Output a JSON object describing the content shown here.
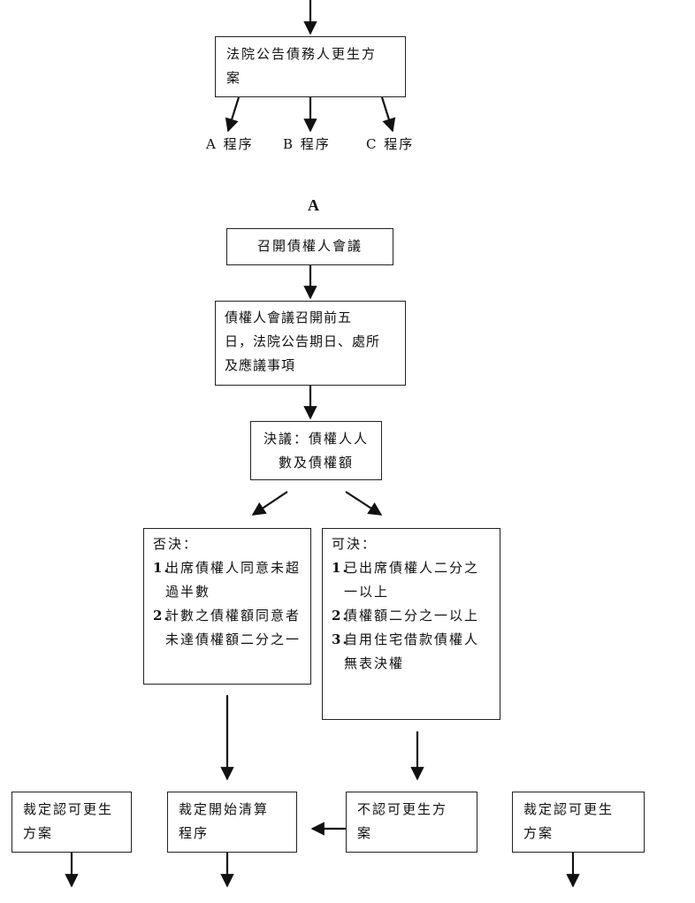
{
  "top_box": {
    "text": "法院公告債務人更生方\n案"
  },
  "procedures": [
    "A 程序",
    "B 程序",
    "C 程序"
  ],
  "section_title": "A",
  "meeting_box": {
    "text": "召開債權人會議"
  },
  "notice_box": {
    "text": "債權人會議召開前五\n日，法院公告期日、處所\n及應議事項"
  },
  "resolution_box": {
    "text": "決議：債權人人\n數及債權額"
  },
  "rejected_box": {
    "heading": "否決：",
    "items": [
      {
        "num": "1.",
        "text": "出席債權人同意未超過半數"
      },
      {
        "num": "2.",
        "text": "計數之債權額同意者未達債權額二分之一"
      }
    ]
  },
  "approved_box": {
    "heading": "可決：",
    "items": [
      {
        "num": "1.",
        "text": "已出席債權人二分之一以上"
      },
      {
        "num": "2.",
        "text": "債權額二分之一以上"
      },
      {
        "num": "3.",
        "text": "自用住宅借款債權人無表決權"
      }
    ]
  },
  "bottom_boxes": {
    "approve_left": "裁定認可更生\n方案",
    "liquidation": "裁定開始清算\n程序",
    "disapprove": "不認可更生方\n案",
    "approve_right": "裁定認可更生\n方案"
  }
}
